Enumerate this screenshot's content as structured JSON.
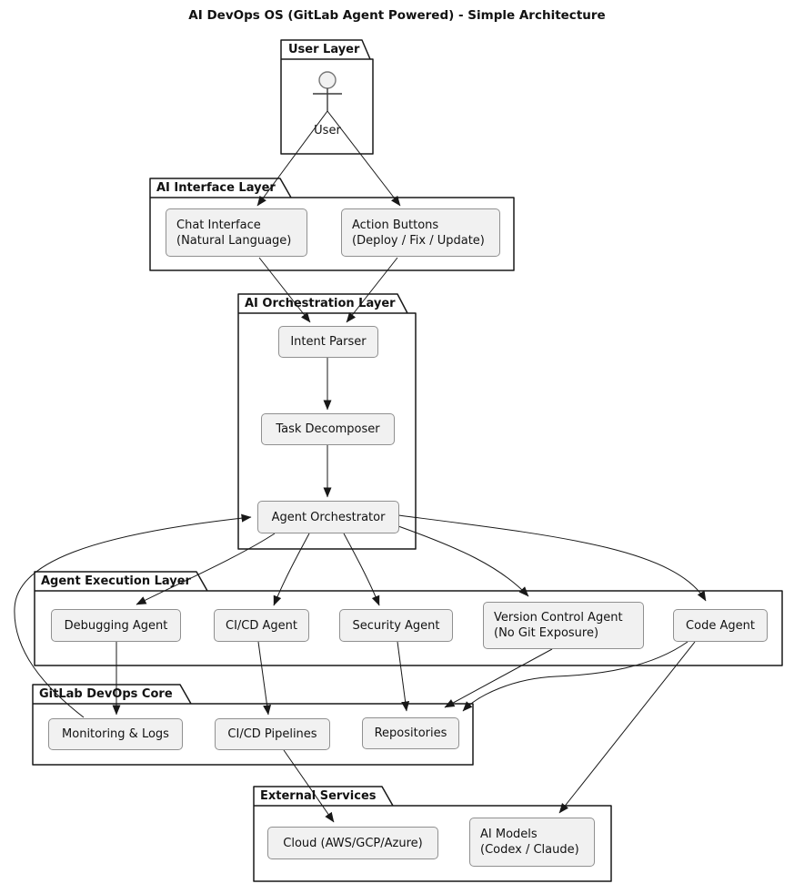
{
  "title": "AI DevOps OS (GitLab Agent Powered) - Simple Architecture",
  "actor": {
    "label": "User"
  },
  "packages": {
    "user_layer": {
      "label": "User Layer"
    },
    "ai_interface_layer": {
      "label": "AI Interface Layer"
    },
    "ai_orchestration_layer": {
      "label": "AI Orchestration Layer"
    },
    "agent_execution_layer": {
      "label": "Agent Execution Layer"
    },
    "gitlab_devops_core": {
      "label": "GitLab DevOps Core"
    },
    "external_services": {
      "label": "External Services"
    }
  },
  "nodes": {
    "chat_interface": {
      "line1": "Chat Interface",
      "line2": "(Natural Language)"
    },
    "action_buttons": {
      "line1": "Action Buttons",
      "line2": "(Deploy / Fix / Update)"
    },
    "intent_parser": {
      "line1": "Intent Parser"
    },
    "task_decomposer": {
      "line1": "Task Decomposer"
    },
    "agent_orchestrator": {
      "line1": "Agent Orchestrator"
    },
    "debugging_agent": {
      "line1": "Debugging Agent"
    },
    "cicd_agent": {
      "line1": "CI/CD Agent"
    },
    "security_agent": {
      "line1": "Security Agent"
    },
    "version_control_agent": {
      "line1": "Version Control Agent",
      "line2": "(No Git Exposure)"
    },
    "code_agent": {
      "line1": "Code Agent"
    },
    "monitoring_logs": {
      "line1": "Monitoring & Logs"
    },
    "cicd_pipelines": {
      "line1": "CI/CD Pipelines"
    },
    "repositories": {
      "line1": "Repositories"
    },
    "cloud": {
      "line1": "Cloud (AWS/GCP/Azure)"
    },
    "ai_models": {
      "line1": "AI Models",
      "line2": "(Codex / Claude)"
    }
  },
  "edges": [
    {
      "from": "User",
      "to": "Chat Interface"
    },
    {
      "from": "User",
      "to": "Action Buttons"
    },
    {
      "from": "Chat Interface",
      "to": "Intent Parser"
    },
    {
      "from": "Action Buttons",
      "to": "Intent Parser"
    },
    {
      "from": "Intent Parser",
      "to": "Task Decomposer"
    },
    {
      "from": "Task Decomposer",
      "to": "Agent Orchestrator"
    },
    {
      "from": "Agent Orchestrator",
      "to": "Debugging Agent"
    },
    {
      "from": "Agent Orchestrator",
      "to": "CI/CD Agent"
    },
    {
      "from": "Agent Orchestrator",
      "to": "Security Agent"
    },
    {
      "from": "Agent Orchestrator",
      "to": "Version Control Agent"
    },
    {
      "from": "Agent Orchestrator",
      "to": "Code Agent"
    },
    {
      "from": "Debugging Agent",
      "to": "Monitoring & Logs"
    },
    {
      "from": "CI/CD Agent",
      "to": "CI/CD Pipelines"
    },
    {
      "from": "Security Agent",
      "to": "Repositories"
    },
    {
      "from": "Version Control Agent",
      "to": "Repositories"
    },
    {
      "from": "Code Agent",
      "to": "Repositories"
    },
    {
      "from": "Code Agent",
      "to": "AI Models"
    },
    {
      "from": "CI/CD Pipelines",
      "to": "Cloud (AWS/GCP/Azure)"
    },
    {
      "from": "Monitoring & Logs",
      "to": "Agent Orchestrator"
    }
  ],
  "colors": {
    "node_fill": "#f1f1f1",
    "node_border": "#909090",
    "line": "#181818",
    "background": "#ffffff"
  }
}
